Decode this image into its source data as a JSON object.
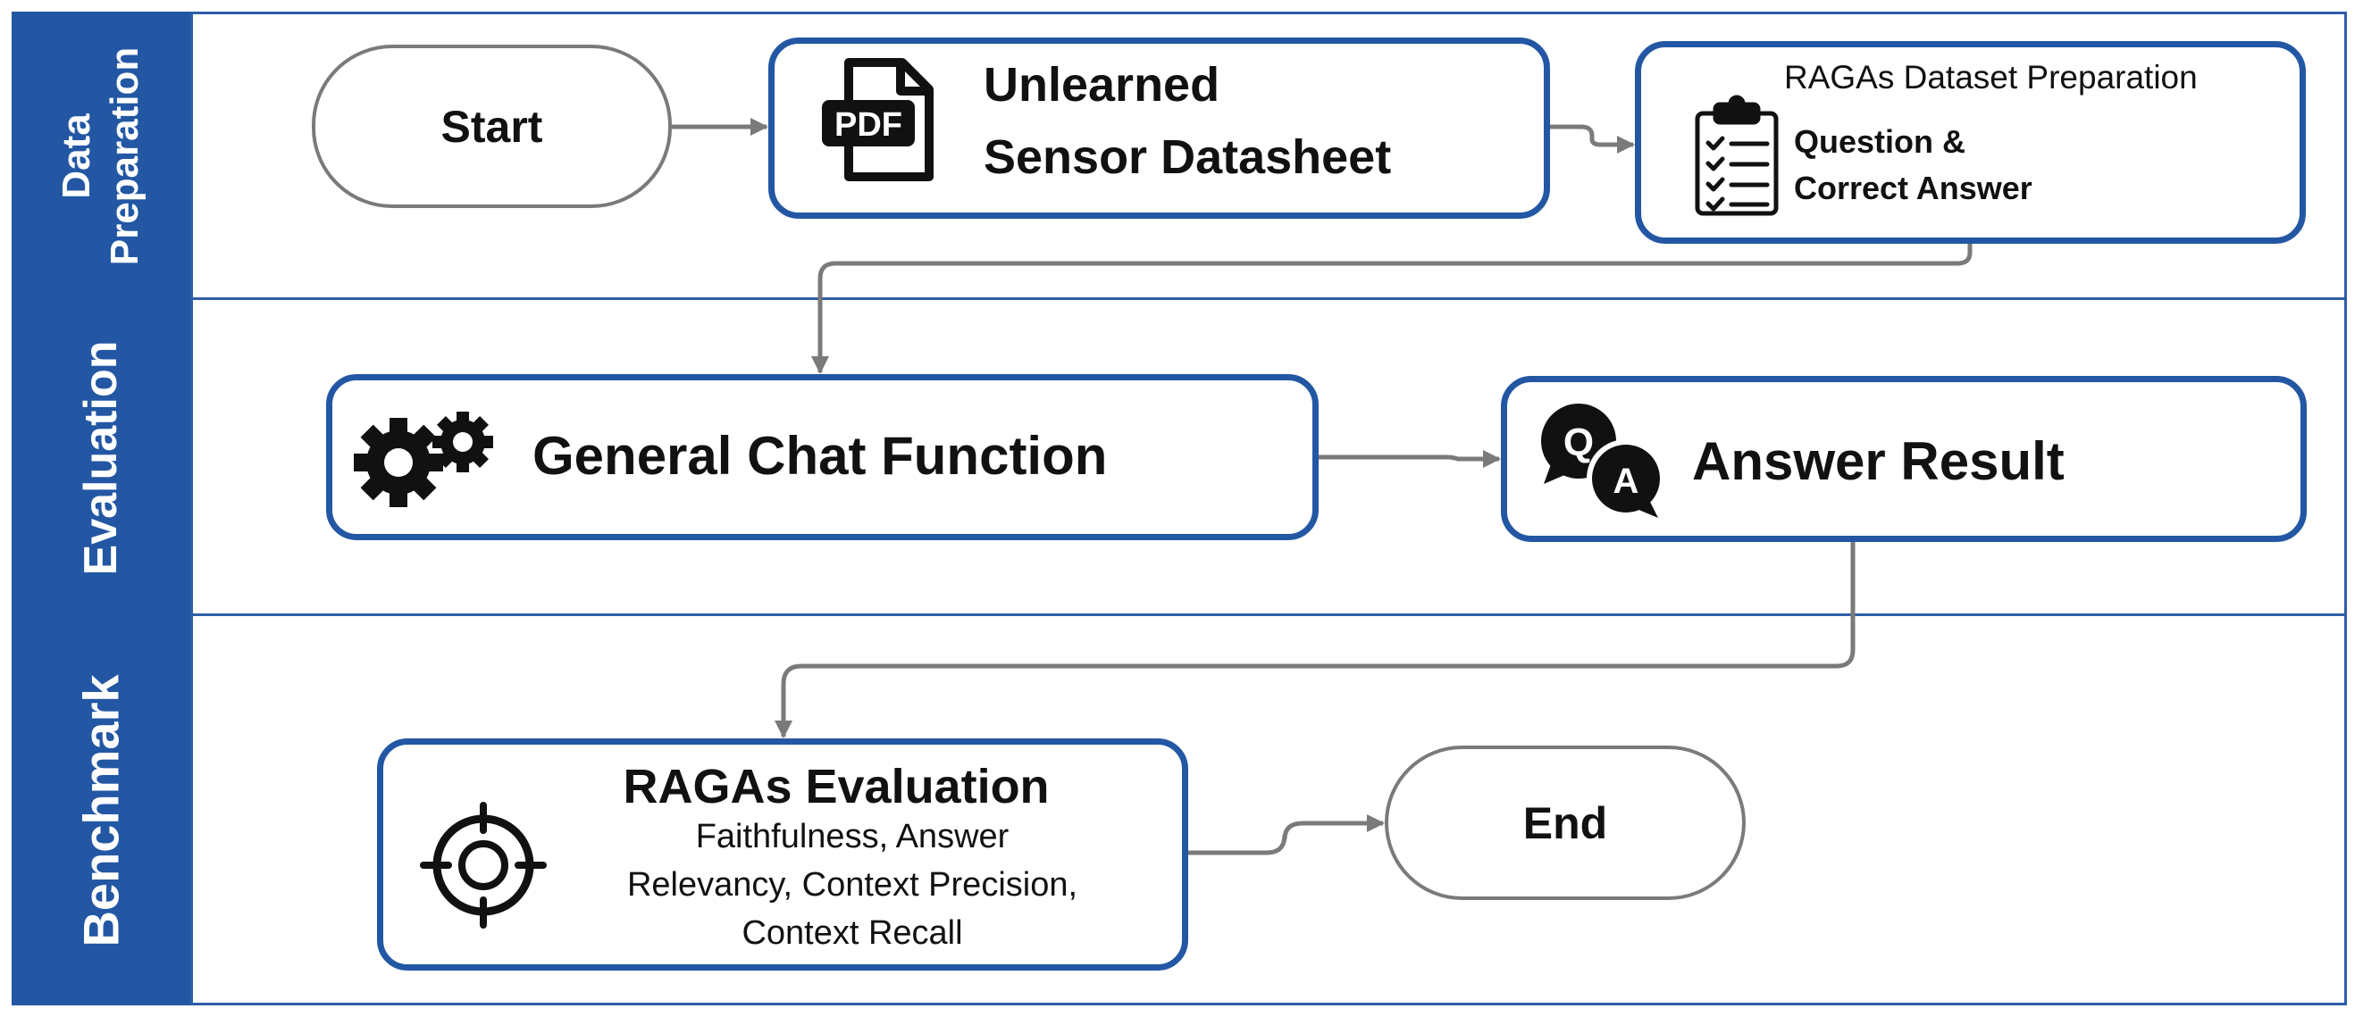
{
  "lanes": [
    {
      "title": "Data\nPreparation"
    },
    {
      "title": "Evaluation"
    },
    {
      "title": "Benchmark"
    }
  ],
  "nodes": {
    "start": "Start",
    "datasheet": {
      "line1": "Unlearned",
      "line2": "Sensor Datasheet",
      "icon_text": "PDF"
    },
    "ragas_prep": {
      "title": "RAGAs Dataset Preparation",
      "line1": "Question &",
      "line2": "Correct Answer"
    },
    "chat": "General Chat Function",
    "answer": {
      "label": "Answer Result",
      "icon_q": "Q",
      "icon_a": "A"
    },
    "ragas_eval": {
      "title": "RAGAs Evaluation",
      "line1": "Faithfulness, Answer",
      "line2": "Relevancy, Context Precision,",
      "line3": "Context Recall"
    },
    "end": "End"
  },
  "colors": {
    "lane_blue": "#2357a4",
    "border_blue": "#2357a4",
    "connector_gray": "#7a7a7a",
    "icon_black": "#111111"
  },
  "icons": [
    "pdf-file-icon",
    "clipboard-checklist-icon",
    "gears-icon",
    "qa-bubbles-icon",
    "target-crosshair-icon"
  ]
}
